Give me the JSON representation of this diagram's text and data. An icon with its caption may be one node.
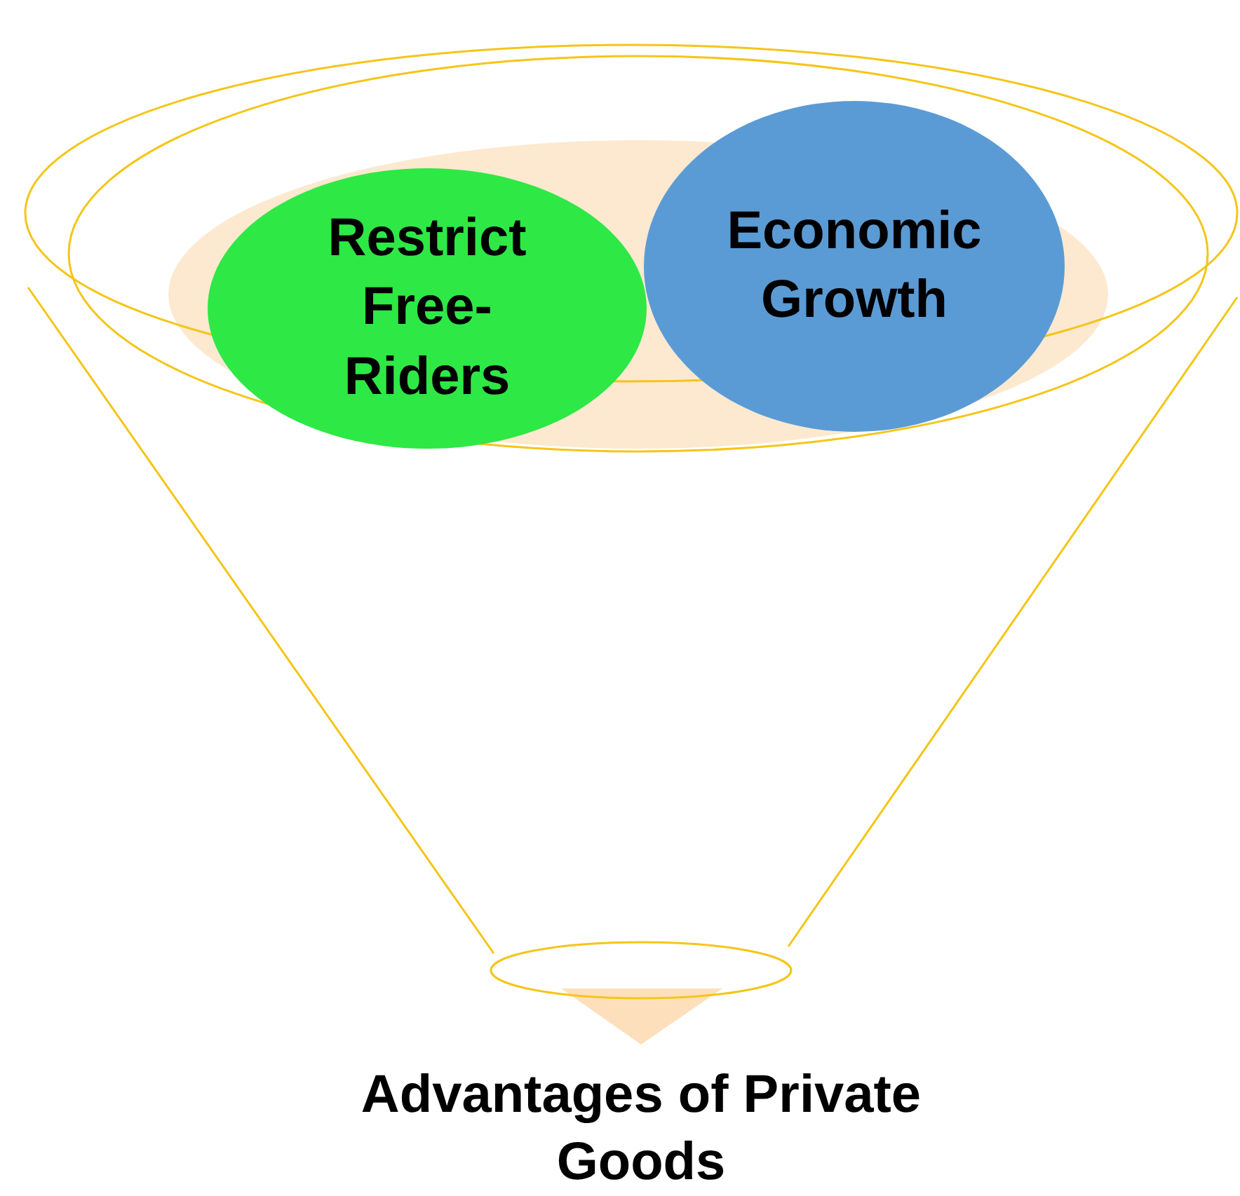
{
  "diagram": {
    "nodes": [
      {
        "text": [
          "Advantages of Private Goods"
        ]
      },
      {
        "text": [
          "Restrict Free-Riders"
        ],
        "in": 0
      },
      {
        "text": [
          "Economic Growth"
        ],
        "in": 0
      }
    ]
  }
}
